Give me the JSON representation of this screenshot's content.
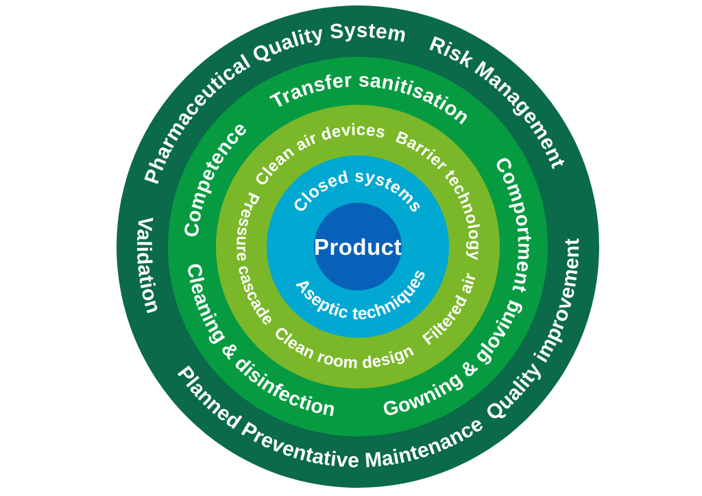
{
  "colors": {
    "background": "#ffffff",
    "label_text": "#ffffff",
    "ring_dark_green": "#0a6a4a",
    "ring_green": "#069b41",
    "ring_lime": "#7ab829",
    "ring_cyan": "#00a8d2",
    "core_blue": "#0861b8"
  },
  "diagram": {
    "center": {
      "label": "Product",
      "color": "core_blue",
      "radius": 64
    },
    "rings": [
      {
        "name": "quality-system-ring",
        "color": "ring_dark_green",
        "radius": 352,
        "labels": [
          {
            "text": "Pharmaceutical Quality System",
            "angle": 330,
            "dir": "cw",
            "r": 306,
            "size": 30
          },
          {
            "text": "Risk Management",
            "angle": 44,
            "dir": "cw",
            "r": 306,
            "size": 30
          },
          {
            "text": "Quality improvement",
            "angle": 115,
            "dir": "ccw",
            "r": 322,
            "size": 30
          },
          {
            "text": "Planned Preventative Maintenance",
            "angle": 190,
            "dir": "ccw",
            "r": 322,
            "size": 30
          },
          {
            "text": "Validation",
            "angle": 265,
            "dir": "ccw",
            "r": 322,
            "size": 30
          }
        ]
      },
      {
        "name": "procedures-ring",
        "color": "ring_green",
        "radius": 277,
        "labels": [
          {
            "text": "Transfer sanitisation",
            "angle": 5,
            "dir": "cw",
            "r": 234,
            "size": 29
          },
          {
            "text": "Comportment",
            "angle": 82,
            "dir": "cw",
            "r": 234,
            "size": 29
          },
          {
            "text": "Gowning & gloving",
            "angle": 140,
            "dir": "ccw",
            "r": 250,
            "size": 29
          },
          {
            "text": "Cleaning & disinfection",
            "angle": 226,
            "dir": "ccw",
            "r": 250,
            "size": 29
          },
          {
            "text": "Competence",
            "angle": 295,
            "dir": "cw",
            "r": 234,
            "size": 29
          }
        ]
      },
      {
        "name": "engineering-controls-ring",
        "color": "ring_lime",
        "radius": 207,
        "labels": [
          {
            "text": "Clean air devices",
            "angle": 338,
            "dir": "cw",
            "r": 163,
            "size": 24
          },
          {
            "text": "Barrier technology",
            "angle": 58,
            "dir": "cw",
            "r": 163,
            "size": 24
          },
          {
            "text": "Filtered air",
            "angle": 124,
            "dir": "ccw",
            "r": 177,
            "size": 24
          },
          {
            "text": "Clean room design",
            "angle": 188,
            "dir": "ccw",
            "r": 177,
            "size": 24
          },
          {
            "text": "Pressure cascade",
            "angle": 263,
            "dir": "ccw",
            "r": 177,
            "size": 24
          }
        ]
      },
      {
        "name": "primary-controls-ring",
        "color": "ring_cyan",
        "radius": 133,
        "labels": [
          {
            "text": "Closed systems",
            "angle": 0,
            "dir": "cw",
            "r": 95,
            "size": 25
          },
          {
            "text": "Aseptic techniques",
            "angle": 175,
            "dir": "ccw",
            "r": 106,
            "size": 25
          }
        ]
      }
    ]
  }
}
